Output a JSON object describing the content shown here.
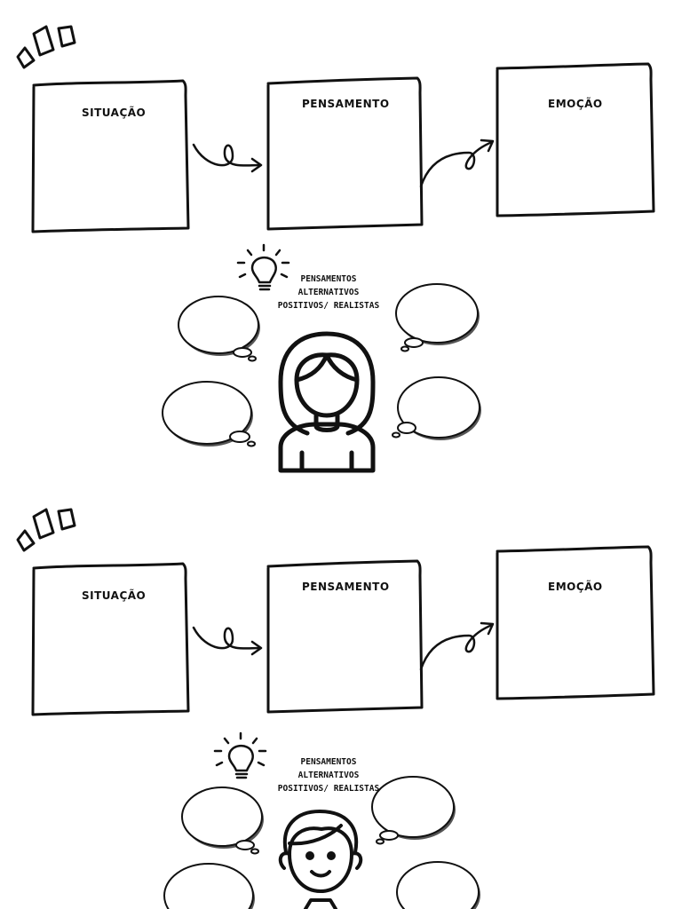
{
  "sections": [
    {
      "boxes": [
        {
          "label": "SITUAÇÃO"
        },
        {
          "label": "PENSAMENTO"
        },
        {
          "label": "EMOÇÃO"
        }
      ],
      "alternatives_lines": [
        "PENSAMENTOS",
        "ALTERNATIVOS",
        "POSITIVOS/ REALISTAS"
      ],
      "person_icon": "woman-avatar-icon"
    },
    {
      "boxes": [
        {
          "label": "SITUAÇÃO"
        },
        {
          "label": "PENSAMENTO"
        },
        {
          "label": "EMOÇÃO"
        }
      ],
      "alternatives_lines": [
        "PENSAMENTOS",
        "ALTERNATIVOS",
        "POSITIVOS/ REALISTAS"
      ],
      "person_icon": "man-avatar-icon"
    }
  ],
  "icons": [
    "accent-marks-icon",
    "lightbulb-icon",
    "curly-arrow-icon",
    "thought-bubble-icon"
  ]
}
